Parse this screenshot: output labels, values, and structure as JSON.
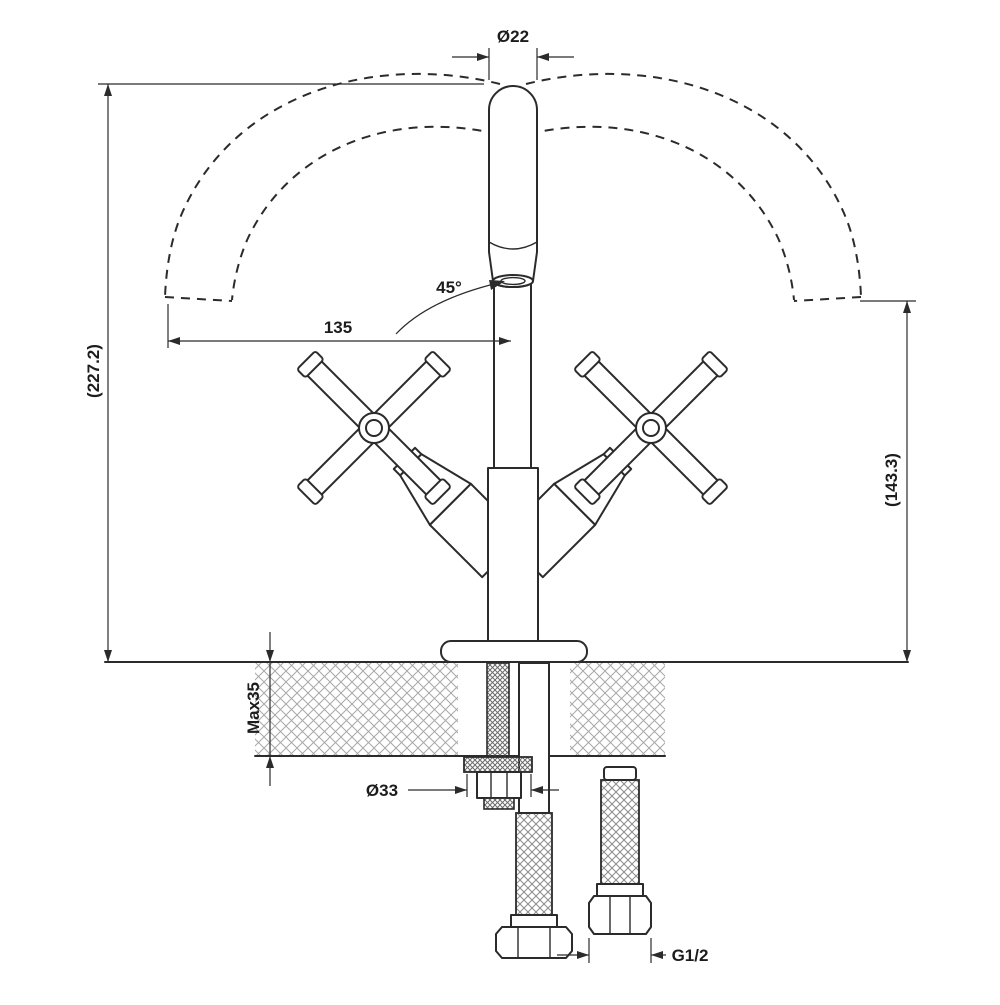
{
  "drawing": {
    "type": "faucet-installation-technical-drawing",
    "colors": {
      "line": "#2b2b2b",
      "counter_hatch": "#a8a8a8",
      "braid_hatch": "#8c8c8c",
      "thread_hatch": "#6a6a6a"
    },
    "labels": {
      "spout_diameter": "Ø22",
      "overall_height": "(227.2)",
      "spout_reach": "135",
      "aerator_angle": "45°",
      "spout_height": "(143.3)",
      "max_mounting_thickness": "Max35",
      "mounting_hole_diameter": "Ø33",
      "hose_thread": "G1/2"
    }
  }
}
